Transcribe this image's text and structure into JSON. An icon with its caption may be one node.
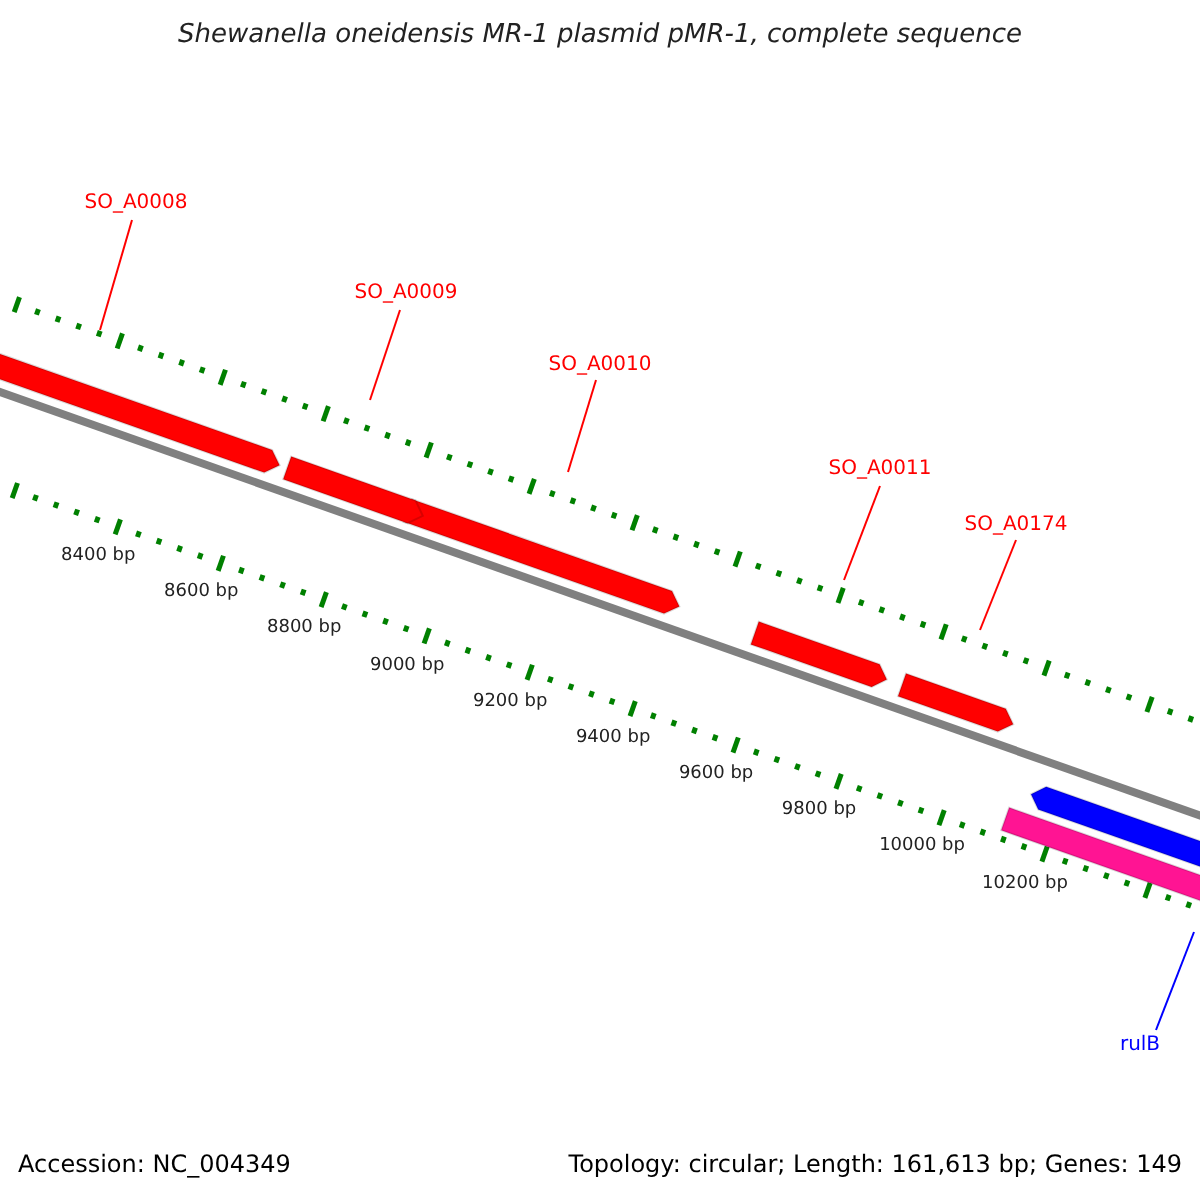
{
  "diagram": {
    "title": "Shewanella oneidensis MR-1 plasmid pMR-1, complete sequence",
    "nodes": [
      {
        "text": [
          "SO_A0008"
        ]
      },
      {
        "text": [
          "SO_A0009"
        ]
      },
      {
        "text": [
          "SO_A0010"
        ]
      },
      {
        "text": [
          "SO_A0011"
        ]
      },
      {
        "text": [
          "SO_A0174"
        ]
      },
      {
        "text": [
          "rulB"
        ]
      },
      {
        "text": [],
        "shape": "arrow"
      },
      {
        "text": [],
        "shape": "arrow"
      },
      {
        "text": [],
        "shape": "arrow"
      },
      {
        "text": [],
        "shape": "arrow"
      },
      {
        "text": [],
        "shape": "arrow"
      },
      {
        "text": [],
        "shape": "arrow"
      },
      {
        "text": [],
        "shape": "bar"
      }
    ],
    "edges": [
      {
        "from": 0,
        "to": null,
        "arrow": "none",
        "color": "#ff0000"
      },
      {
        "from": 1,
        "to": null,
        "arrow": "none",
        "color": "#ff0000"
      },
      {
        "from": 2,
        "to": null,
        "arrow": "none",
        "color": "#ff0000"
      },
      {
        "from": 3,
        "to": null,
        "arrow": "none",
        "color": "#ff0000"
      },
      {
        "from": 4,
        "to": null,
        "arrow": "none",
        "color": "#ff0000"
      },
      {
        "from": 5,
        "to": null,
        "arrow": "none",
        "color": "#0000ff"
      }
    ],
    "labels": [
      "8400 bp",
      "8600 bp",
      "8800 bp",
      "9000 bp",
      "9200 bp",
      "9400 bp",
      "9600 bp",
      "9800 bp",
      "10000 bp",
      "10200 bp",
      "Accession: NC_004349",
      "Topology: circular; Length: 161,613 bp; Genes: 149"
    ]
  }
}
